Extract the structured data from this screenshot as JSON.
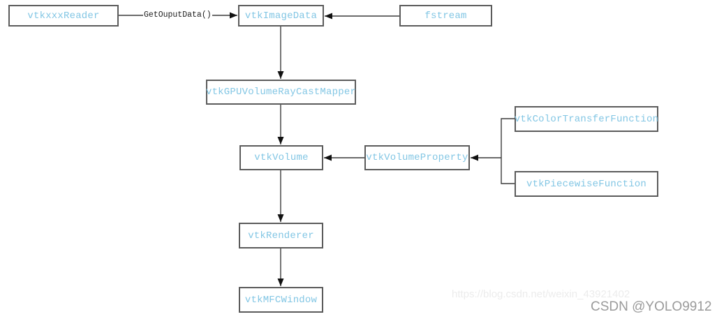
{
  "diagram": {
    "nodes": {
      "reader": {
        "label": "vtkxxxReader"
      },
      "image_data": {
        "label": "vtkImageData"
      },
      "fstream": {
        "label": "fstream"
      },
      "mapper": {
        "label": "vtkGPUVolumeRayCastMapper"
      },
      "volume": {
        "label": "vtkVolume"
      },
      "volume_property": {
        "label": "vtkVolumeProperty"
      },
      "color_transfer": {
        "label": "vtkColorTransferFunction"
      },
      "piecewise": {
        "label": "vtkPiecewiseFunction"
      },
      "renderer": {
        "label": "vtkRenderer"
      },
      "mfc_window": {
        "label": "vtkMFCWindow"
      }
    },
    "edge_labels": {
      "get_output_data": "GetOuputData()"
    },
    "edges": [
      {
        "from": "vtkxxxReader",
        "to": "vtkImageData",
        "label": "GetOuputData()"
      },
      {
        "from": "fstream",
        "to": "vtkImageData",
        "label": ""
      },
      {
        "from": "vtkImageData",
        "to": "vtkGPUVolumeRayCastMapper",
        "label": ""
      },
      {
        "from": "vtkGPUVolumeRayCastMapper",
        "to": "vtkVolume",
        "label": ""
      },
      {
        "from": "vtkVolumeProperty",
        "to": "vtkVolume",
        "label": ""
      },
      {
        "from": "vtkColorTransferFunction",
        "to": "vtkVolumeProperty",
        "label": ""
      },
      {
        "from": "vtkPiecewiseFunction",
        "to": "vtkVolumeProperty",
        "label": ""
      },
      {
        "from": "vtkVolume",
        "to": "vtkRenderer",
        "label": ""
      },
      {
        "from": "vtkRenderer",
        "to": "vtkMFCWindow",
        "label": ""
      }
    ],
    "colors": {
      "node_text": "#82c6e4",
      "node_border": "#5b5b5b",
      "node_fill": "#ffffff",
      "line": "#3a3a3a",
      "arrowhead": "#111111",
      "edge_label_text": "#1c1c1c",
      "watermark_text": "#9a9a9a",
      "watermark_url_text": "#ececec",
      "background": "#ffffff"
    }
  },
  "watermark": {
    "csdn_label": "CSDN @YOLO9912",
    "url_text": "https://blog.csdn.net/weixin_43921402"
  }
}
